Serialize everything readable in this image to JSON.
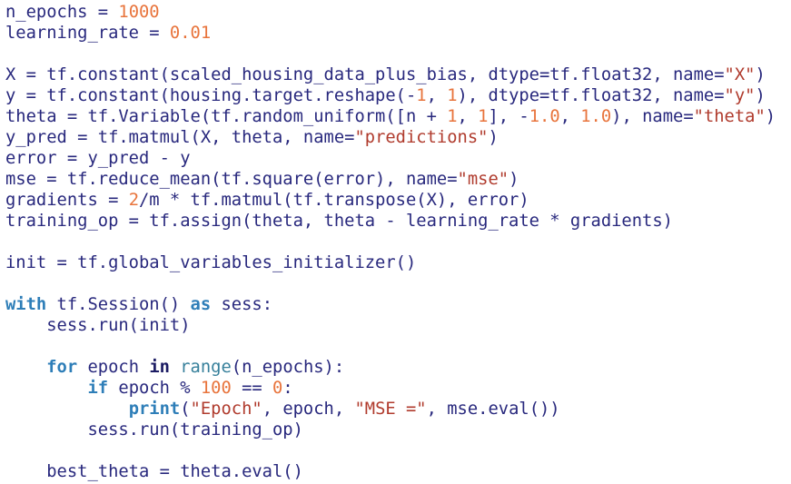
{
  "page": {
    "background": "#ffffff",
    "language": "python"
  },
  "colors": {
    "plain": "#28287d",
    "keyword": "#2e7eb8",
    "keyword_in": "#1b1b63",
    "builtin": "#37809b",
    "number": "#e8743c",
    "string": "#b03b2d"
  },
  "code": {
    "lines": [
      [
        {
          "c": "pl",
          "t": "n_epochs = "
        },
        {
          "c": "num",
          "t": "1000"
        }
      ],
      [
        {
          "c": "pl",
          "t": "learning_rate = "
        },
        {
          "c": "num",
          "t": "0.01"
        }
      ],
      [],
      [
        {
          "c": "pl",
          "t": "X = tf.constant(scaled_housing_data_plus_bias, dtype=tf.float32, name="
        },
        {
          "c": "str",
          "t": "\"X\""
        },
        {
          "c": "pl",
          "t": ")"
        }
      ],
      [
        {
          "c": "pl",
          "t": "y = tf.constant(housing.target.reshape(-"
        },
        {
          "c": "num",
          "t": "1"
        },
        {
          "c": "pl",
          "t": ", "
        },
        {
          "c": "num",
          "t": "1"
        },
        {
          "c": "pl",
          "t": "), dtype=tf.float32, name="
        },
        {
          "c": "str",
          "t": "\"y\""
        },
        {
          "c": "pl",
          "t": ")"
        }
      ],
      [
        {
          "c": "pl",
          "t": "theta = tf.Variable(tf.random_uniform([n + "
        },
        {
          "c": "num",
          "t": "1"
        },
        {
          "c": "pl",
          "t": ", "
        },
        {
          "c": "num",
          "t": "1"
        },
        {
          "c": "pl",
          "t": "], -"
        },
        {
          "c": "num",
          "t": "1.0"
        },
        {
          "c": "pl",
          "t": ", "
        },
        {
          "c": "num",
          "t": "1.0"
        },
        {
          "c": "pl",
          "t": "), name="
        },
        {
          "c": "str",
          "t": "\"theta\""
        },
        {
          "c": "pl",
          "t": ")"
        }
      ],
      [
        {
          "c": "pl",
          "t": "y_pred = tf.matmul(X, theta, name="
        },
        {
          "c": "str",
          "t": "\"predictions\""
        },
        {
          "c": "pl",
          "t": ")"
        }
      ],
      [
        {
          "c": "pl",
          "t": "error = y_pred - y"
        }
      ],
      [
        {
          "c": "pl",
          "t": "mse = tf.reduce_mean(tf.square(error), name="
        },
        {
          "c": "str",
          "t": "\"mse\""
        },
        {
          "c": "pl",
          "t": ")"
        }
      ],
      [
        {
          "c": "pl",
          "t": "gradients = "
        },
        {
          "c": "num",
          "t": "2"
        },
        {
          "c": "pl",
          "t": "/m * tf.matmul(tf.transpose(X), error)"
        }
      ],
      [
        {
          "c": "pl",
          "t": "training_op = tf.assign(theta, theta - learning_rate * gradients)"
        }
      ],
      [],
      [
        {
          "c": "pl",
          "t": "init = tf.global_variables_initializer()"
        }
      ],
      [],
      [
        {
          "c": "kw",
          "t": "with"
        },
        {
          "c": "pl",
          "t": " tf.Session() "
        },
        {
          "c": "kw",
          "t": "as"
        },
        {
          "c": "pl",
          "t": " sess:"
        }
      ],
      [
        {
          "c": "pl",
          "t": "    sess.run(init)"
        }
      ],
      [],
      [
        {
          "c": "pl",
          "t": "    "
        },
        {
          "c": "kw",
          "t": "for"
        },
        {
          "c": "pl",
          "t": " epoch "
        },
        {
          "c": "kwin",
          "t": "in"
        },
        {
          "c": "pl",
          "t": " "
        },
        {
          "c": "bi",
          "t": "range"
        },
        {
          "c": "pl",
          "t": "(n_epochs):"
        }
      ],
      [
        {
          "c": "pl",
          "t": "        "
        },
        {
          "c": "kw",
          "t": "if"
        },
        {
          "c": "pl",
          "t": " epoch % "
        },
        {
          "c": "num",
          "t": "100"
        },
        {
          "c": "pl",
          "t": " == "
        },
        {
          "c": "num",
          "t": "0"
        },
        {
          "c": "pl",
          "t": ":"
        }
      ],
      [
        {
          "c": "pl",
          "t": "            "
        },
        {
          "c": "kw",
          "t": "print"
        },
        {
          "c": "pl",
          "t": "("
        },
        {
          "c": "str",
          "t": "\"Epoch\""
        },
        {
          "c": "pl",
          "t": ", epoch, "
        },
        {
          "c": "str",
          "t": "\"MSE =\""
        },
        {
          "c": "pl",
          "t": ", mse.eval())"
        }
      ],
      [
        {
          "c": "pl",
          "t": "        sess.run(training_op)"
        }
      ],
      [],
      [
        {
          "c": "pl",
          "t": "    best_theta = theta.eval()"
        }
      ]
    ]
  }
}
